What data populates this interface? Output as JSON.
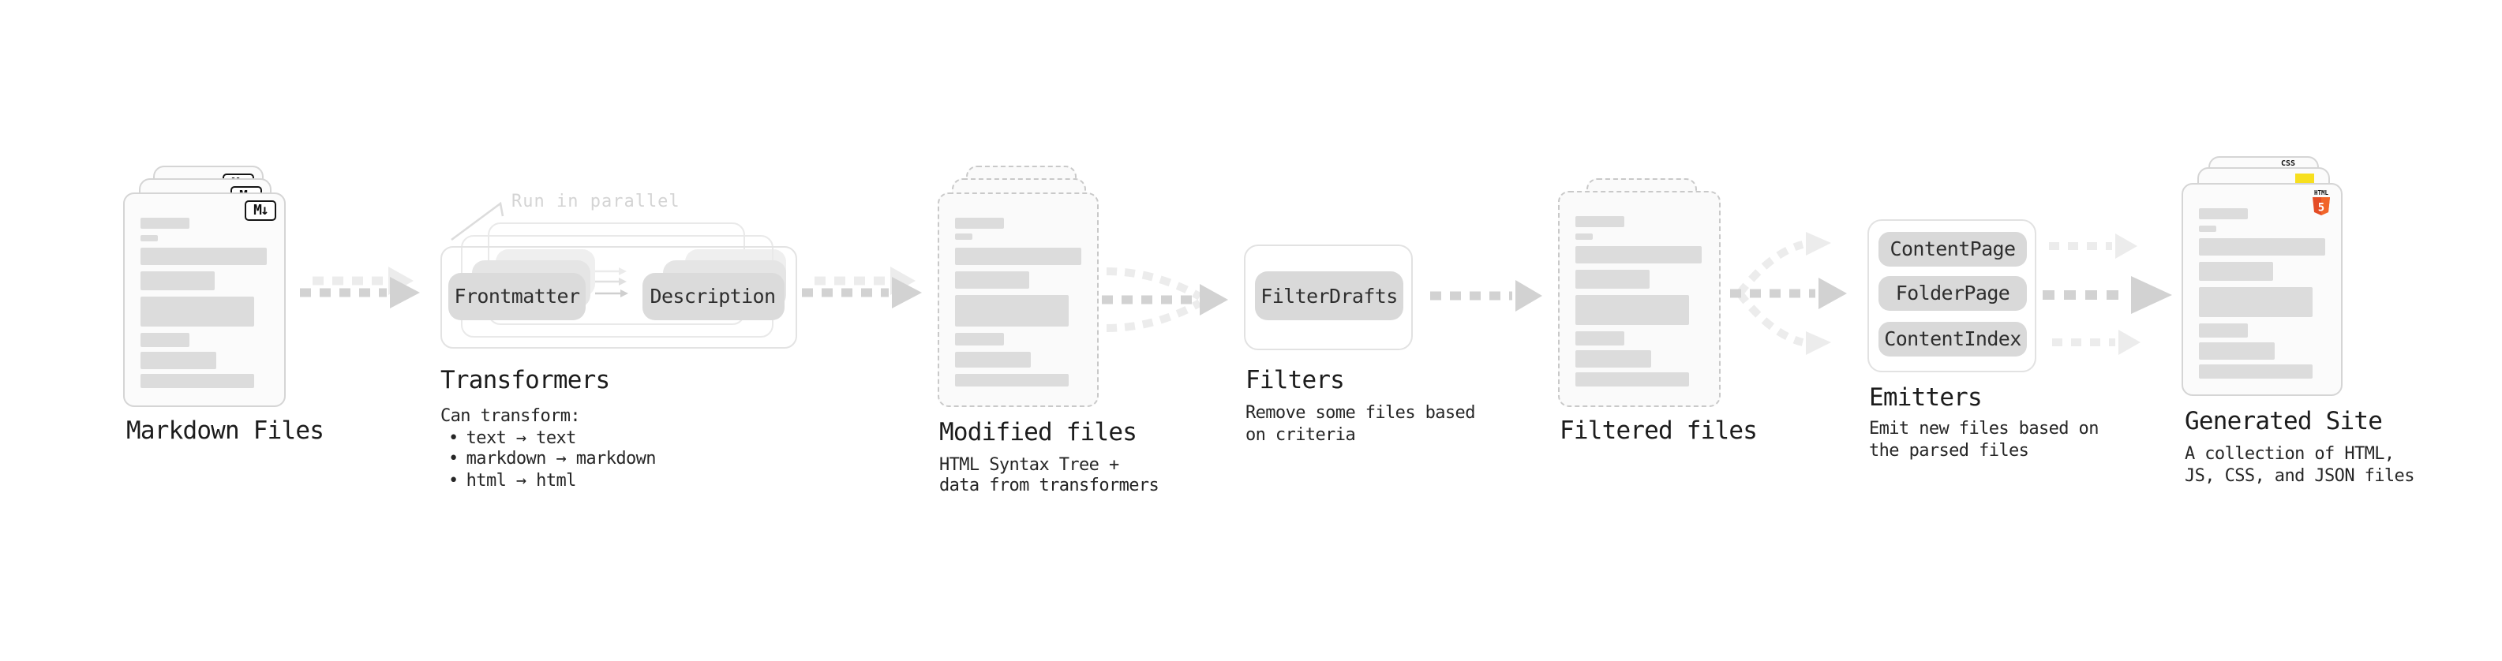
{
  "stages": [
    {
      "id": "markdown-files",
      "label": "Markdown Files",
      "badge": "M↓",
      "file_count": 3
    },
    {
      "id": "transformers",
      "label": "Transformers",
      "annotation": "Run in parallel",
      "pills": [
        "Frontmatter",
        "Description"
      ],
      "sub_heading": "Can transform:",
      "bullets": [
        "text → text",
        "markdown → markdown",
        "html → html"
      ]
    },
    {
      "id": "modified-files",
      "label": "Modified files",
      "sub_lines": [
        "HTML Syntax Tree +",
        "data from transformers"
      ],
      "file_count": 3
    },
    {
      "id": "filters",
      "label": "Filters",
      "pills": [
        "FilterDrafts"
      ],
      "sub_lines": [
        "Remove some files based",
        "on criteria"
      ]
    },
    {
      "id": "filtered-files",
      "label": "Filtered files",
      "file_count": 2
    },
    {
      "id": "emitters",
      "label": "Emitters",
      "pills": [
        "ContentPage",
        "FolderPage",
        "ContentIndex"
      ],
      "sub_lines": [
        "Emit new files based on",
        "the parsed files"
      ]
    },
    {
      "id": "generated-site",
      "label": "Generated Site",
      "sub_lines": [
        "A collection of HTML,",
        "JS, CSS, and JSON files"
      ],
      "file_badges": {
        "html5_top": "HTML",
        "html5_number": "5",
        "css": "CSS"
      },
      "file_count": 3
    }
  ],
  "colors": {
    "arrow": "#d2d2d2",
    "arrow_light": "#ececec",
    "pill": "#d9d9d9",
    "card_border": "#d5d5d5",
    "html5_orange": "#e44d26",
    "html5_orange_light": "#f16529",
    "js_yellow": "#f7df1e",
    "css_blue": "#2760e6"
  }
}
